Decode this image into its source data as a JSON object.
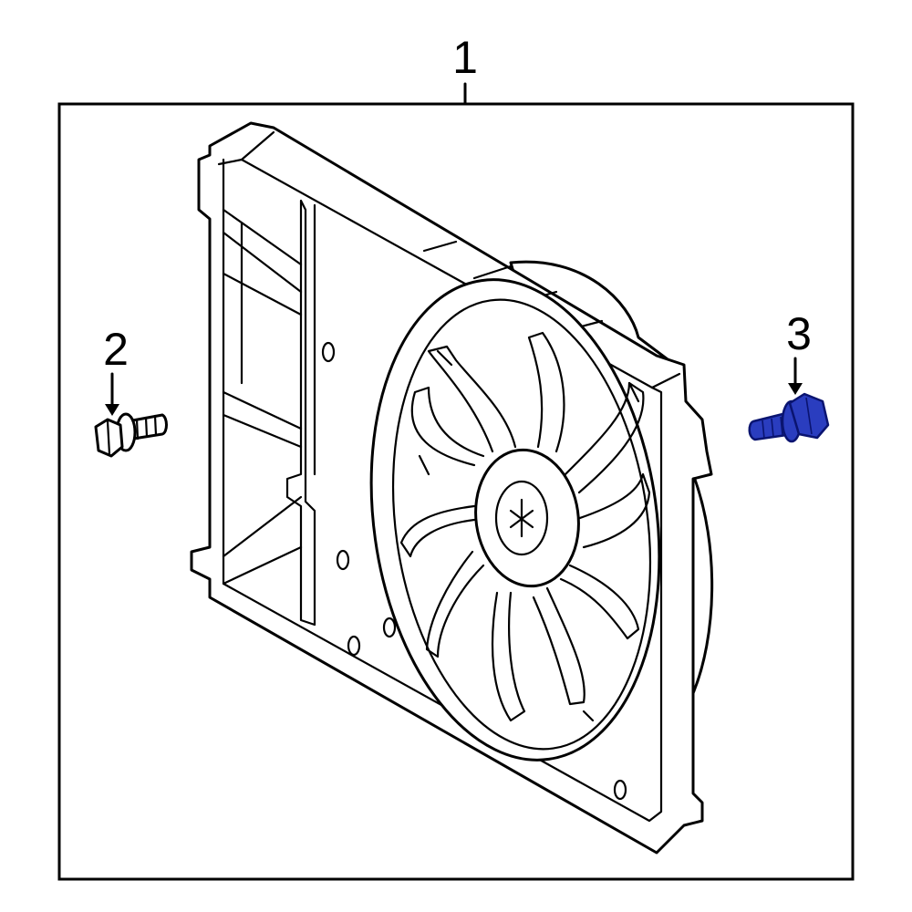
{
  "callouts": [
    {
      "label": "1",
      "part": "fan-shroud-assembly"
    },
    {
      "label": "2",
      "part": "mounting-bolt"
    },
    {
      "label": "3",
      "part": "mounting-bolt-highlighted"
    }
  ],
  "colors": {
    "line": "#000000",
    "background": "#ffffff",
    "highlight": "#2a3dbf",
    "highlight_stroke": "#0a1470"
  }
}
